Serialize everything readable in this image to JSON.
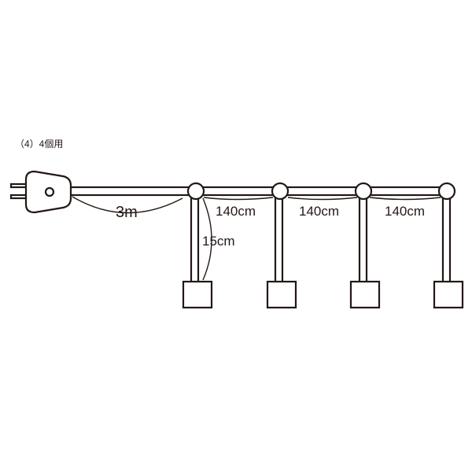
{
  "caption": "（4）4個用",
  "labels": {
    "cord_length": "3m",
    "drop_length": "15cm",
    "spacing_1": "140cm",
    "spacing_2": "140cm",
    "spacing_3": "140cm"
  },
  "socket_count": 4,
  "colors": {
    "ink": "#231815",
    "paper": "#ffffff"
  }
}
